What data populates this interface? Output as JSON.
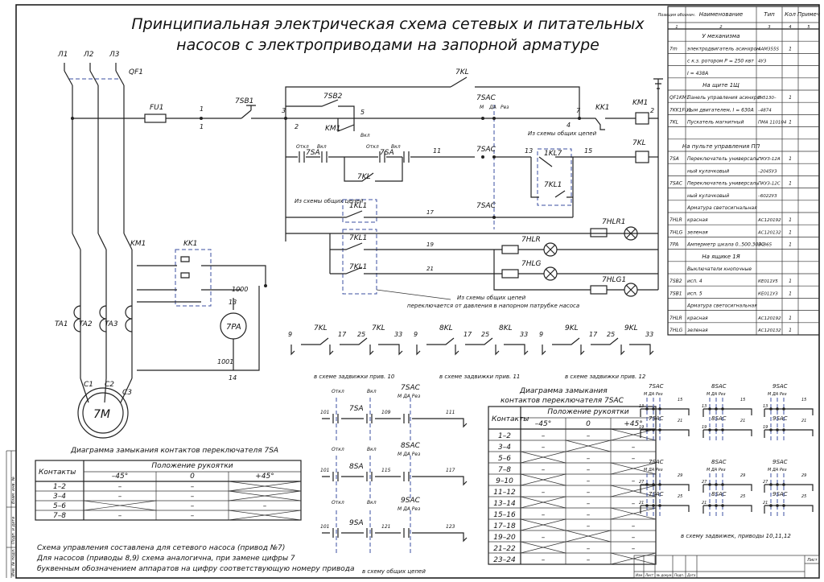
{
  "title": {
    "line1": "Принципиальная электрическая схема сетевых и питательных",
    "line2": "насосов с электроприводами на запорной арматуре"
  },
  "power": {
    "phases": [
      "Л1",
      "Л2",
      "Л3"
    ],
    "breaker": "QF1",
    "contactor": "KM1",
    "relay": "KK1",
    "ct": [
      "TA1",
      "TA2",
      "TA3"
    ],
    "motor_terms": [
      "C1",
      "C2",
      "C3"
    ],
    "motor": "7M",
    "ammeter": "7PA",
    "nums": [
      "1000",
      "13",
      "1001",
      "14"
    ]
  },
  "control": {
    "fuse": "FU1",
    "sb1": "7SB1",
    "sb2": "7SB2",
    "km1": "KM1",
    "kk1": "KK1",
    "km1_coil": "KM1",
    "kl": "7KL",
    "sac": "7SAC",
    "sa": "7SA",
    "kl1": "1KL1",
    "kl7": "1KL7",
    "kl1b": "7KL1",
    "hlr1": "7HLR1",
    "hlr": "7HLR",
    "hlg": "7HLG",
    "hlg1": "7HLG1",
    "nodes": [
      "1",
      "1",
      "3",
      "2",
      "5",
      "7",
      "4",
      "2",
      "13",
      "15",
      "11",
      "17",
      "19",
      "21",
      "9"
    ],
    "otkl": "Откл",
    "vkl": "Вкл",
    "mdarez": [
      "М",
      "ДА",
      "Рез"
    ],
    "note_common": "Из схемы общих цепей",
    "note_bottom1": "Из схемы общих цепей",
    "note_bottom2": "переключается от давления в напорном патрубке насоса"
  },
  "valves": {
    "groups": [
      {
        "a": "7KL",
        "b": "7KL",
        "caption": "в схеме задвижки прив. 10"
      },
      {
        "a": "8KL",
        "b": "8KL",
        "caption": "в схеме задвижки прив. 11"
      },
      {
        "a": "9KL",
        "b": "9KL",
        "caption": "в схеме задвижки прив. 12"
      }
    ],
    "nums": [
      "9",
      "17",
      "25",
      "33"
    ],
    "right_caption": "в схему задвижек, приводы 10,11,12"
  },
  "switches": {
    "rows": [
      {
        "sa": "7SA",
        "sac": "7SAC",
        "n1": "101",
        "n2": "109",
        "n3": "111"
      },
      {
        "sa": "8SA",
        "sac": "8SAC",
        "n1": "101",
        "n2": "115",
        "n3": "117"
      },
      {
        "sa": "9SA",
        "sac": "9SAC",
        "n1": "101",
        "n2": "121",
        "n3": "123"
      }
    ],
    "caption": "в схему общих цепей"
  },
  "sa_table": {
    "caption": "Диаграмма замыкания контактов переключателя 7SA",
    "col_contacts": "Контакты",
    "col_position": "Положение рукоятки",
    "positions": [
      "–45°",
      "0",
      "+45°"
    ],
    "rows": [
      {
        "c": "1–2",
        "v": [
          "–",
          "–",
          "X"
        ]
      },
      {
        "c": "3–4",
        "v": [
          "–",
          "–",
          "X"
        ]
      },
      {
        "c": "5–6",
        "v": [
          "X",
          "–",
          "–"
        ]
      },
      {
        "c": "7–8",
        "v": [
          "–",
          "–",
          "X"
        ]
      }
    ]
  },
  "sac_table": {
    "caption1": "Диаграмма замыкания",
    "caption2": "контактов переключателя 7SAC",
    "col_contacts": "Контакты",
    "col_position": "Положение рукоятки",
    "positions": [
      "–45°",
      "0",
      "+45°"
    ],
    "rows": [
      {
        "c": "1–2",
        "v": [
          "–",
          "–",
          "X"
        ]
      },
      {
        "c": "3–4",
        "v": [
          "–",
          "X",
          "–"
        ]
      },
      {
        "c": "5–6",
        "v": [
          "X",
          "–",
          "–"
        ]
      },
      {
        "c": "7–8",
        "v": [
          "–",
          "–",
          "X"
        ]
      },
      {
        "c": "9–10",
        "v": [
          "X",
          "–",
          "–"
        ]
      },
      {
        "c": "11–12",
        "v": [
          "–",
          "–",
          "X"
        ]
      },
      {
        "c": "13–14",
        "v": [
          "X",
          "–",
          "–"
        ]
      },
      {
        "c": "15–16",
        "v": [
          "–",
          "–",
          "X"
        ]
      },
      {
        "c": "17–18",
        "v": [
          "X",
          "–",
          "–"
        ]
      },
      {
        "c": "19–20",
        "v": [
          "–",
          "X",
          "–"
        ]
      },
      {
        "c": "21–22",
        "v": [
          "X",
          "–",
          "–"
        ]
      },
      {
        "c": "23–24",
        "v": [
          "–",
          "–",
          "X"
        ]
      }
    ]
  },
  "spec": {
    "headers": [
      "Позиция обознач.",
      "Наименование",
      "Тип",
      "Кол",
      "Примеч"
    ],
    "nums": [
      "1",
      "2",
      "3",
      "4",
      "5"
    ],
    "rows": [
      {
        "pos": "",
        "name": "У механизма",
        "type": "",
        "qty": "",
        "section": true
      },
      {
        "pos": "7m",
        "name": "электродвигатель асинхрон",
        "type": "4AM355S",
        "qty": "1"
      },
      {
        "pos": "",
        "name": "с к.з. ротором P = 250 квт",
        "type": "4У3",
        "qty": ""
      },
      {
        "pos": "",
        "name": "I = 438А",
        "type": "",
        "qty": ""
      },
      {
        "pos": "",
        "name": "На щите 1Щ",
        "type": "",
        "qty": "",
        "section": true
      },
      {
        "pos": "QF1KM1",
        "name": "Панель управления асинхрон",
        "type": "П 5130–",
        "qty": "1"
      },
      {
        "pos": "7KK1FU1",
        "name": "ным двигателем, I = 630А",
        "type": "–4874",
        "qty": ""
      },
      {
        "pos": "7KL",
        "name": "Пускатель магнитный",
        "type": "ПМА 110104",
        "qty": "1"
      },
      {
        "pos": "",
        "name": "",
        "type": "",
        "qty": ""
      },
      {
        "pos": "",
        "name": "На пульте управления ПП",
        "type": "",
        "qty": "",
        "section": true
      },
      {
        "pos": "7SA",
        "name": "Переключатель универсаль",
        "type": "ПКУ3-12А",
        "qty": "1"
      },
      {
        "pos": "",
        "name": "ный кулачковый",
        "type": "–2045У3",
        "qty": ""
      },
      {
        "pos": "7SAC",
        "name": "Переключатель универсаль",
        "type": "ПКУ3-12С",
        "qty": "1"
      },
      {
        "pos": "",
        "name": "ный кулачковый",
        "type": "–6022У3",
        "qty": ""
      },
      {
        "pos": "",
        "name": "Арматура светосигнальная",
        "type": "",
        "qty": ""
      },
      {
        "pos": "7HLR",
        "name": "красная",
        "type": "АС120192",
        "qty": "1"
      },
      {
        "pos": "7HLG",
        "name": "зеленая",
        "type": "АС120132",
        "qty": "1"
      },
      {
        "pos": "7PA",
        "name": "Амперметр шкала 0..500.3000",
        "type": "Э–365",
        "qty": "1"
      },
      {
        "pos": "",
        "name": "На ящике 1Я",
        "type": "",
        "qty": "",
        "section": true
      },
      {
        "pos": "",
        "name": "Выключатели кнопочные",
        "type": "",
        "qty": ""
      },
      {
        "pos": "7SB2",
        "name": "исп. 4",
        "type": "КЕ011У5",
        "qty": "1"
      },
      {
        "pos": "7SB1",
        "name": "исп. 5",
        "type": "КЕ011У3",
        "qty": "1"
      },
      {
        "pos": "",
        "name": "Арматура светосигнальная",
        "type": "",
        "qty": ""
      },
      {
        "pos": "7HLR",
        "name": "красная",
        "type": "АС120192",
        "qty": "1"
      },
      {
        "pos": "7HLG",
        "name": "зеленая",
        "type": "АС120132",
        "qty": "1"
      }
    ]
  },
  "mini": {
    "labels": [
      "7SAC",
      "8SAC",
      "9SAC"
    ],
    "mdarez": "М ДА Рез",
    "nums_top": [
      "13",
      "15",
      "19",
      "21"
    ],
    "nums_bottom": [
      "27",
      "29",
      "21",
      "25"
    ]
  },
  "notes": {
    "line1": "Схема управления составлена для сетевого насоса (привод №7)",
    "line2": "Для насосов (приводы 8,9) схема аналогична, при замене цифры 7",
    "line3": "буквенным обозначением аппаратов на цифру соответствующую номеру привода"
  },
  "stamp": {
    "cells": [
      "Изм",
      "Лист",
      "№ докум.",
      "Подп.",
      "Дата"
    ],
    "sheet": "Лист"
  },
  "side": {
    "a": "Инв. № подл.",
    "b": "Подп. и дата",
    "c": "Взам. инв. №"
  }
}
